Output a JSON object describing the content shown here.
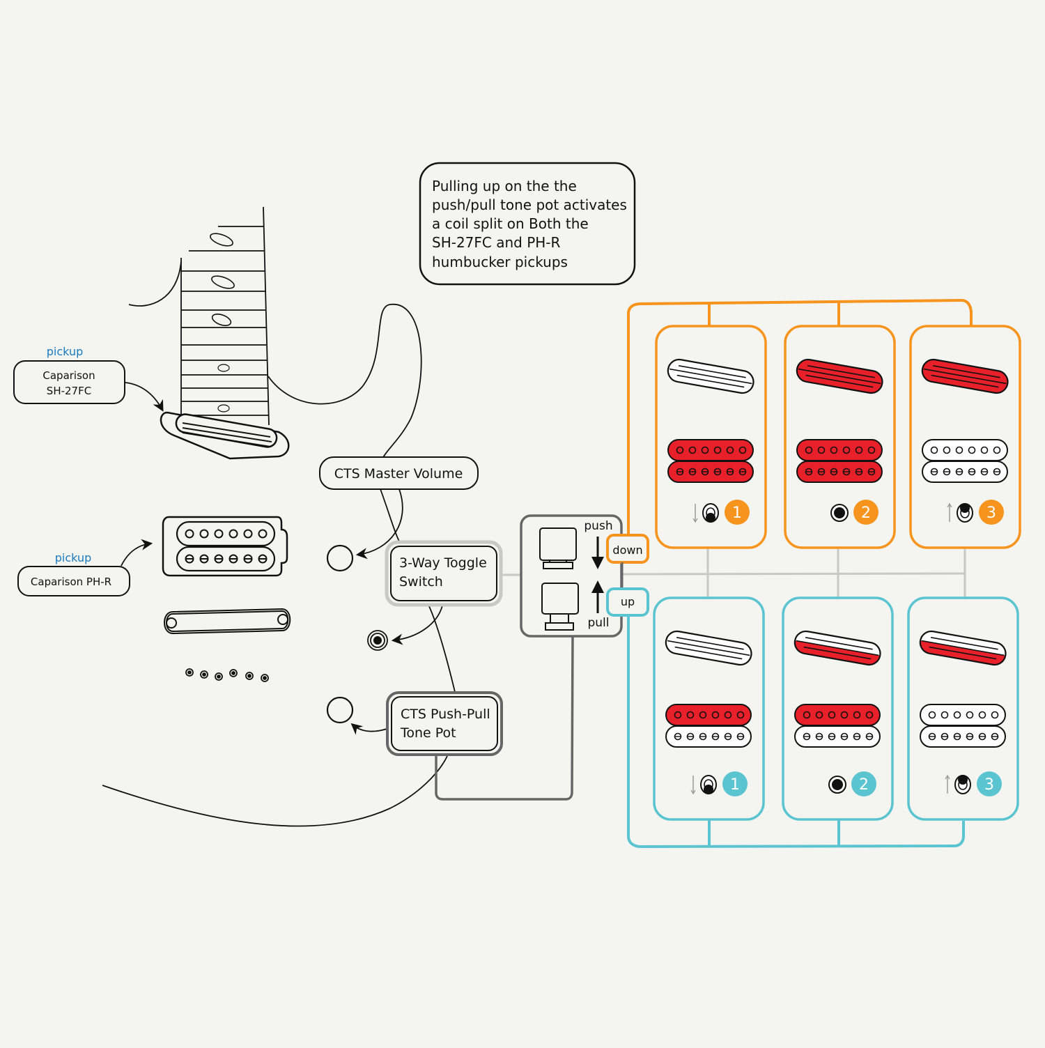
{
  "note": {
    "lines": [
      "Pulling up on the the",
      "push/pull tone pot  activates",
      "a  coil split on Both the",
      "SH-27FC and PH-R",
      "humbucker pickups"
    ]
  },
  "pickups": {
    "neck": {
      "caption": "pickup",
      "name_line1": "Caparison",
      "name_line2": "SH-27FC"
    },
    "bridge": {
      "caption": "pickup",
      "name": "Caparison PH-R"
    }
  },
  "controls": {
    "master_volume": "CTS Master Volume",
    "toggle_line1": "3-Way Toggle",
    "toggle_line2": "Switch",
    "tone_line1": "CTS Push-Pull",
    "tone_line2": "Tone Pot"
  },
  "pushpull": {
    "push_label": "push",
    "pull_label": "pull",
    "down_label": "down",
    "up_label": "up"
  },
  "colors": {
    "down_accent": "#f7941d",
    "up_accent": "#5bc4d1",
    "active": "#e8202a",
    "neutral_line": "#c8c8c4"
  },
  "positions": {
    "down": [
      {
        "number": "1",
        "neck": "off",
        "bridge_top": "on",
        "bridge_bottom": "on",
        "toggle": "down"
      },
      {
        "number": "2",
        "neck": "full",
        "bridge_top": "on",
        "bridge_bottom": "on",
        "toggle": "middle"
      },
      {
        "number": "3",
        "neck": "full",
        "bridge_top": "off",
        "bridge_bottom": "off",
        "toggle": "up"
      }
    ],
    "up": [
      {
        "number": "1",
        "neck": "off",
        "bridge_top": "on",
        "bridge_bottom": "off",
        "toggle": "down"
      },
      {
        "number": "2",
        "neck": "half",
        "bridge_top": "on",
        "bridge_bottom": "off",
        "toggle": "middle"
      },
      {
        "number": "3",
        "neck": "half",
        "bridge_top": "off",
        "bridge_bottom": "off",
        "toggle": "up"
      }
    ]
  }
}
